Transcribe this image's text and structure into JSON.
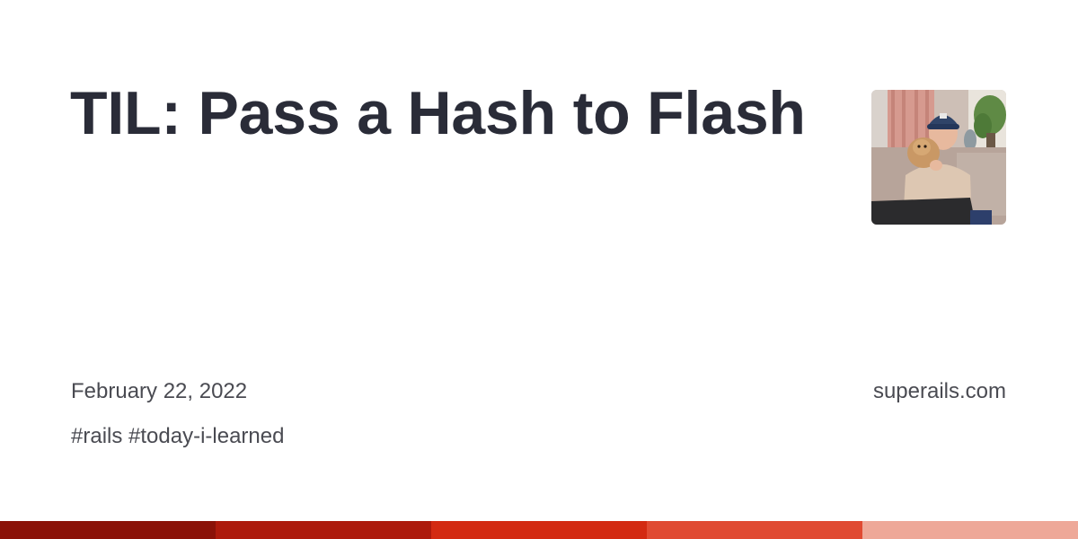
{
  "post": {
    "title": "TIL: Pass a Hash to Flash",
    "date": "February 22, 2022",
    "tags": "#rails #today-i-learned"
  },
  "site": {
    "name": "superails.com"
  },
  "avatar": {
    "icon": "author-photo"
  },
  "stripe": {
    "colors": [
      "#8b1208",
      "#ad1a0c",
      "#d32a12",
      "#e04a32",
      "#eea898"
    ]
  },
  "theme": {
    "title_color": "#2a2c38",
    "text_color": "#4a4b52",
    "background": "#ffffff"
  }
}
